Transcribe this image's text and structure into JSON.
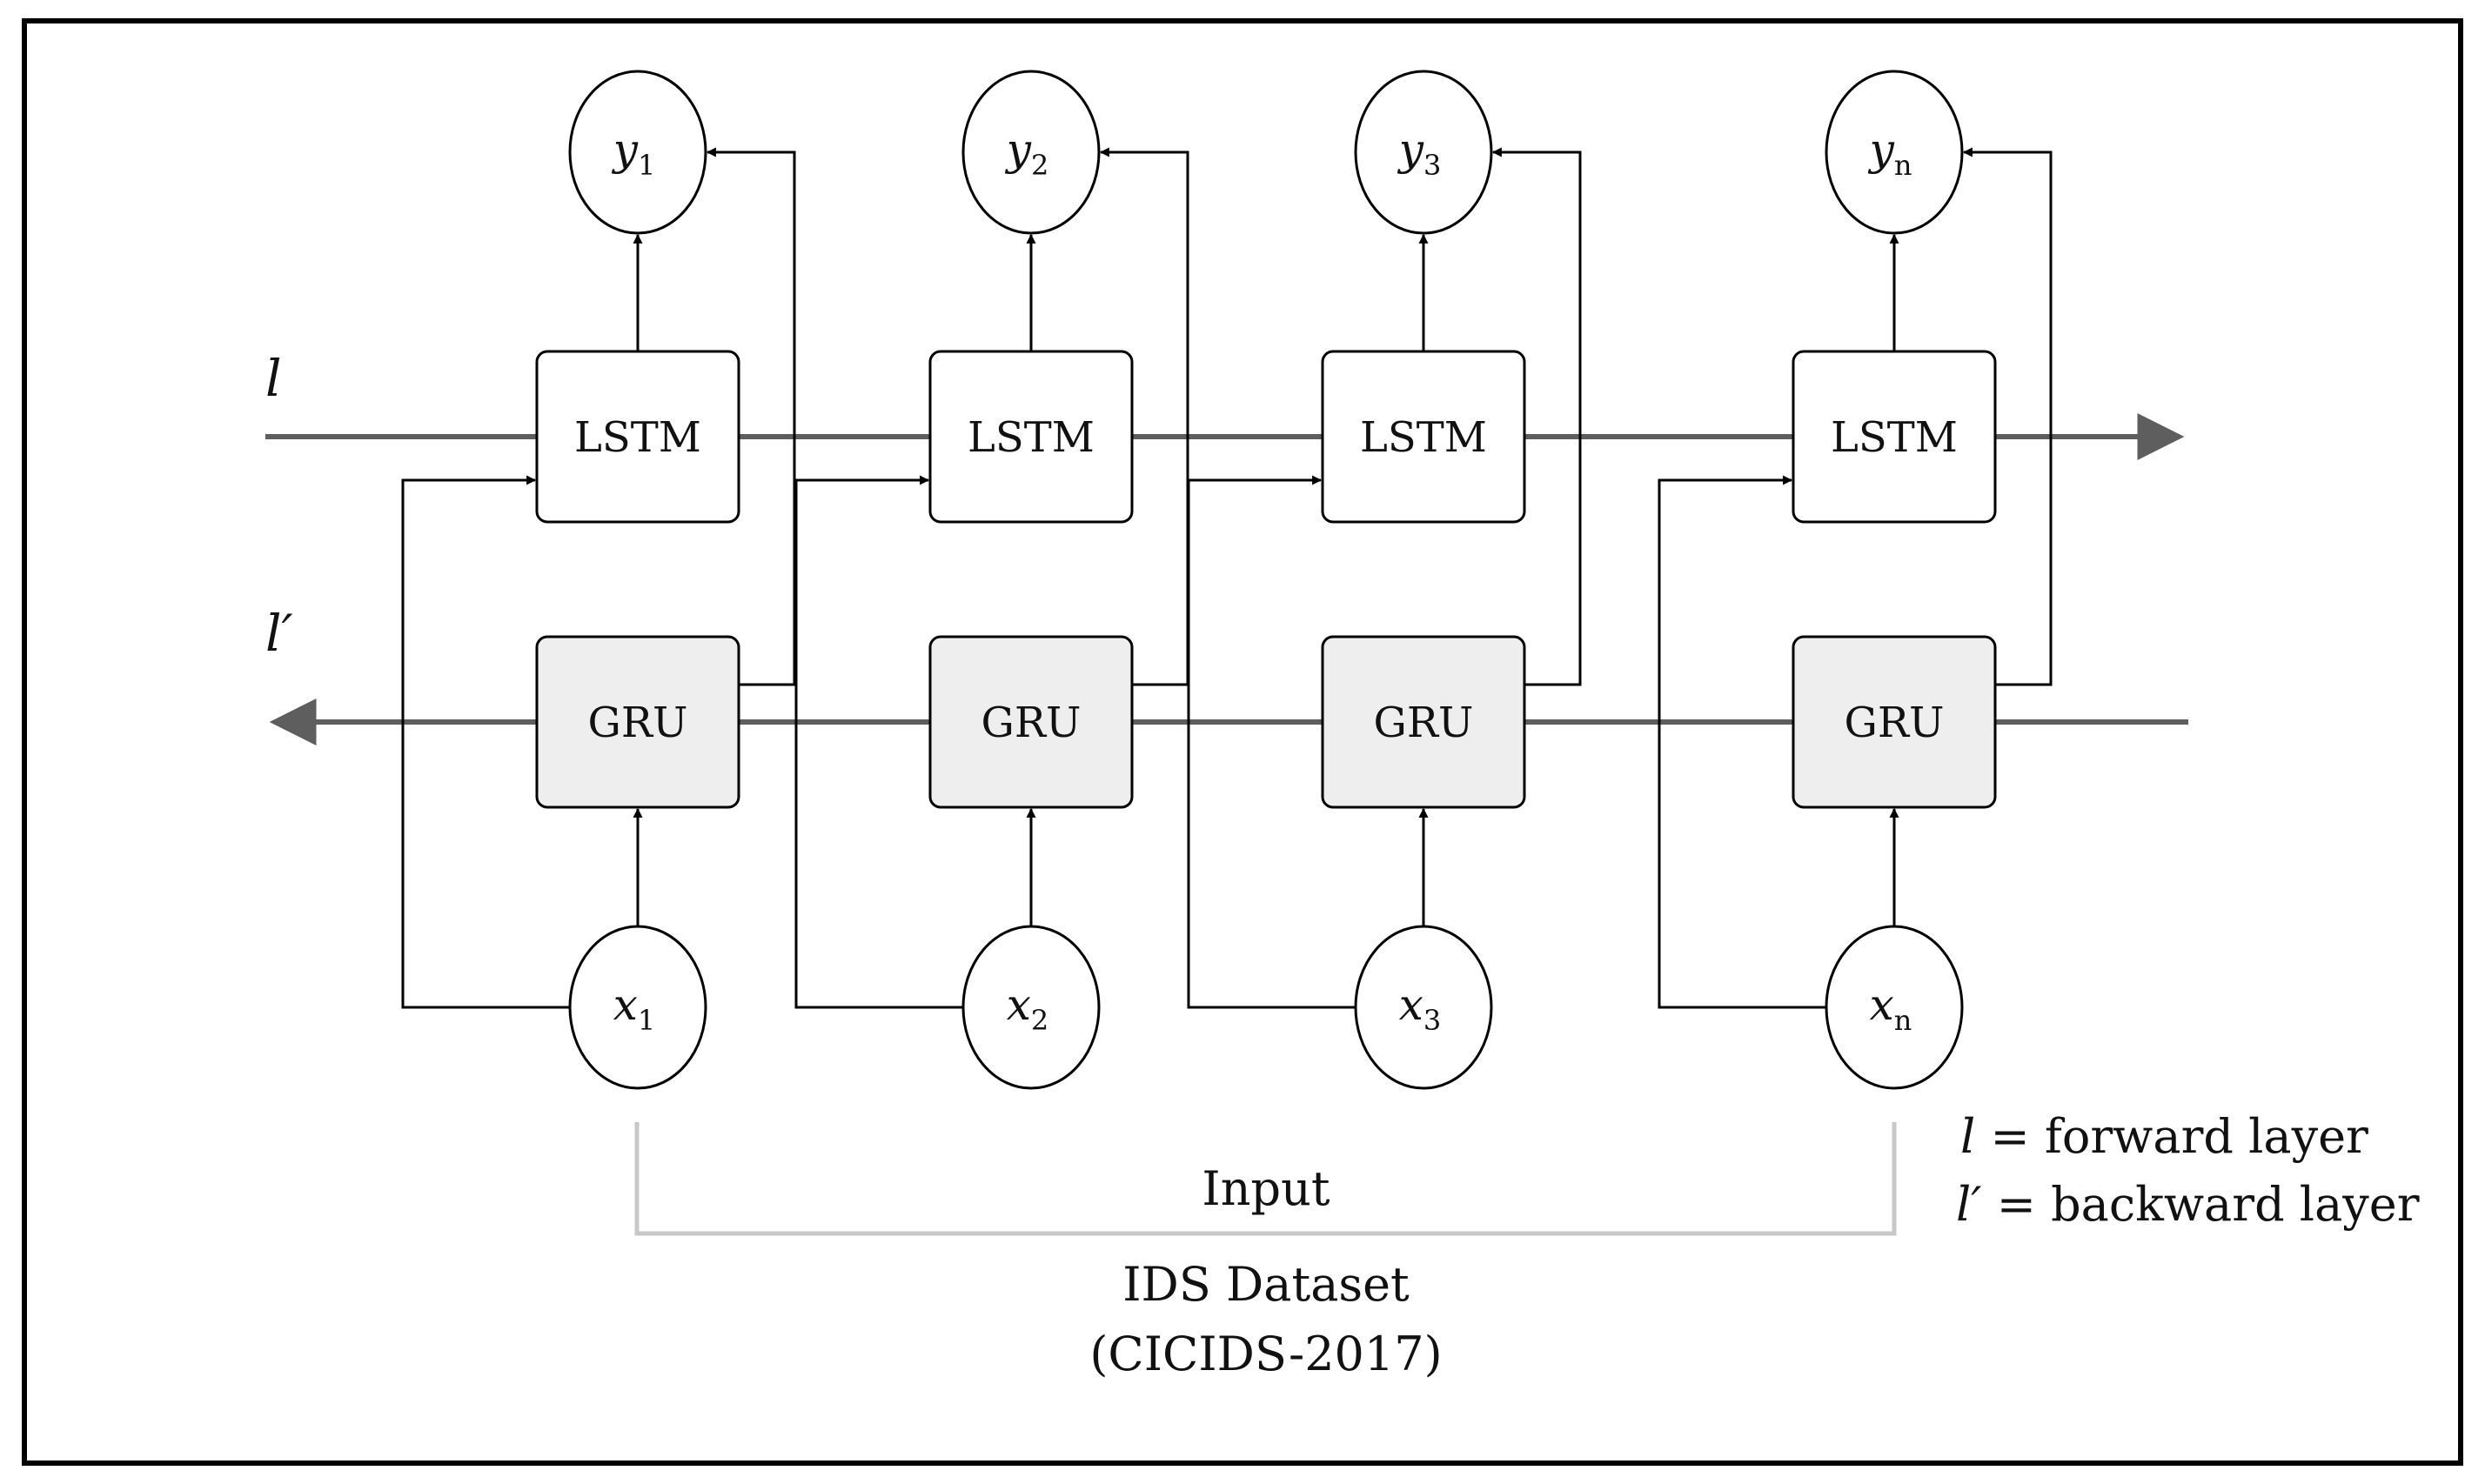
{
  "layers": {
    "forward_symbol": "l",
    "backward_symbol": "l′"
  },
  "cells": [
    {
      "lstm_label": "LSTM",
      "gru_label": "GRU",
      "output_var": "y",
      "output_sub": "1",
      "input_var": "x",
      "input_sub": "1"
    },
    {
      "lstm_label": "LSTM",
      "gru_label": "GRU",
      "output_var": "y",
      "output_sub": "2",
      "input_var": "x",
      "input_sub": "2"
    },
    {
      "lstm_label": "LSTM",
      "gru_label": "GRU",
      "output_var": "y",
      "output_sub": "3",
      "input_var": "x",
      "input_sub": "3"
    },
    {
      "lstm_label": "LSTM",
      "gru_label": "GRU",
      "output_var": "y",
      "output_sub": "n",
      "input_var": "x",
      "input_sub": "n"
    }
  ],
  "input_label": "Input",
  "dataset": {
    "line1": "IDS Dataset",
    "line2": "(CICIDS-2017)"
  },
  "legend": {
    "forward_symbol": "l",
    "forward_text": " = forward layer",
    "backward_symbol": "l′",
    "backward_text": " = backward layer"
  }
}
